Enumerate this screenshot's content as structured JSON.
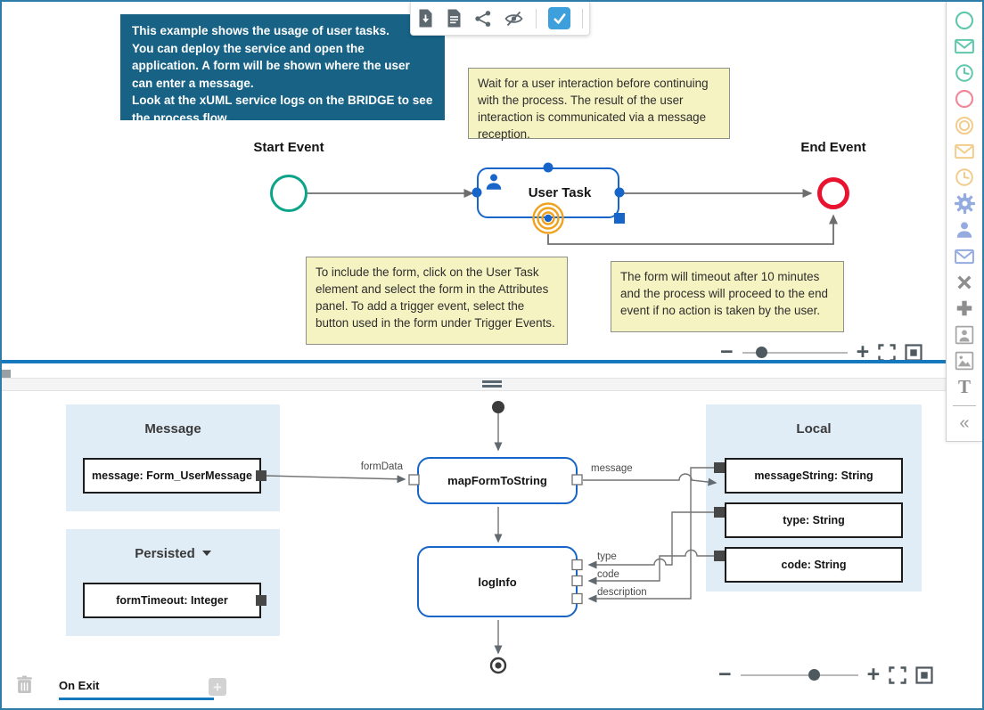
{
  "colors": {
    "accent_blue": "#1765c8",
    "info_panel_blue": "#176285",
    "note_yellow": "#f6f3c2",
    "start_green": "#0ba488",
    "end_red": "#e9132f",
    "boundary_orange": "#f0a21f",
    "section_bg_blue": "#e0ecf6",
    "checkbox_blue": "#3da0dc",
    "divider_blue": "#1779bd",
    "wire_gray": "#737373"
  },
  "toolbar": {
    "icons": [
      "download-file",
      "document",
      "share",
      "hide-annotations",
      "confirm-checkbox"
    ]
  },
  "palette": {
    "items": [
      {
        "name": "start-event",
        "kind": "circle",
        "color": "#5fc7ab"
      },
      {
        "name": "message-start-event",
        "kind": "envelope",
        "color": "#5fc7ab"
      },
      {
        "name": "timer-start-event",
        "kind": "clock",
        "color": "#5fc7ab"
      },
      {
        "name": "end-event",
        "kind": "circle",
        "color": "#ef8a9c"
      },
      {
        "name": "intermediate-event",
        "kind": "double-circle",
        "color": "#f2cc8b"
      },
      {
        "name": "message-intermediate-event",
        "kind": "envelope",
        "color": "#f2cc8b"
      },
      {
        "name": "timer-intermediate-event",
        "kind": "clock",
        "color": "#f2cc8b"
      },
      {
        "name": "service-task",
        "kind": "gear",
        "color": "#93abdf"
      },
      {
        "name": "user-task",
        "kind": "person",
        "color": "#93abdf"
      },
      {
        "name": "receive-task",
        "kind": "envelope",
        "color": "#93abdf"
      },
      {
        "name": "exclusive-gateway",
        "kind": "cross",
        "color": "#8e8e8e"
      },
      {
        "name": "parallel-gateway",
        "kind": "plus",
        "color": "#8e8e8e"
      },
      {
        "name": "portrait",
        "kind": "portrait",
        "color": "#a5a5a5"
      },
      {
        "name": "image",
        "kind": "image",
        "color": "#a5a5a5"
      },
      {
        "name": "text-annotation",
        "glyph": "T",
        "color": "#8c8c8c"
      },
      {
        "name": "collapse-palette",
        "glyph": "«",
        "color": "#9a9a9a"
      }
    ]
  },
  "top_diagram": {
    "info_box": "This example shows the usage of user tasks.\nYou can deploy the service and open the application. A form will be shown where the user can enter a message.\nLook at the xUML service logs on the BRIDGE to see the process flow.",
    "notes": {
      "wait": "Wait for a user interaction before continuing with the process. The result of the user interaction is communicated via a message reception.",
      "include_form": "To include the form, click on the User Task element and select the form in the Attributes panel. To add a trigger event, select the button used in the form under Trigger Events.",
      "timeout": "The form will timeout after 10 minutes and the process will proceed to the end event if no action is taken by the user."
    },
    "labels": {
      "start": "Start Event",
      "end": "End Event",
      "user_task": "User Task"
    }
  },
  "bottom_diagram": {
    "sections": {
      "message": {
        "title": "Message",
        "vars": [
          {
            "label": "message: Form_UserMessage"
          }
        ]
      },
      "persisted": {
        "title": "Persisted",
        "vars": [
          {
            "label": "formTimeout: Integer"
          }
        ]
      },
      "local": {
        "title": "Local",
        "vars": [
          {
            "label": "messageString: String"
          },
          {
            "label": "type: String"
          },
          {
            "label": "code: String"
          }
        ]
      }
    },
    "actions": {
      "map_form_to_string": "mapFormToString",
      "log_info": "logInfo"
    },
    "pin_labels": {
      "form_data": "formData",
      "message": "message",
      "type": "type",
      "code": "code",
      "description": "description"
    }
  },
  "zoom_controls": {
    "minus": "−",
    "plus": "+"
  },
  "footer": {
    "active_tab": "On Exit",
    "add_tab_glyph": "+"
  }
}
